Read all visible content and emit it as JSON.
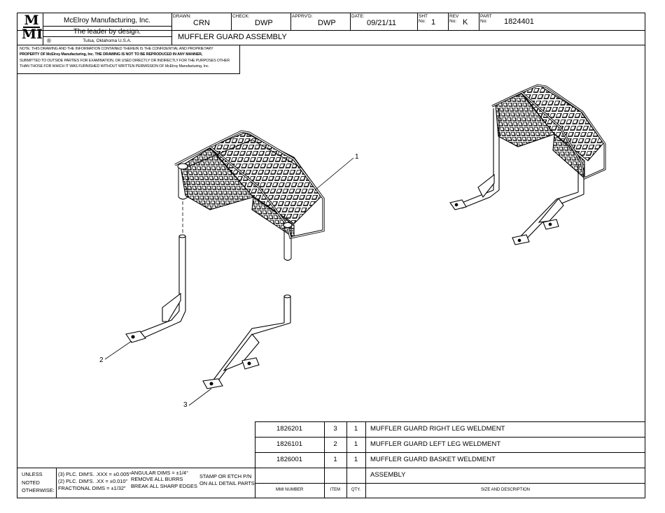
{
  "company": {
    "logo_top": "M",
    "logo_bottom": "MI",
    "name": "McElroy Manufacturing, Inc.",
    "slogan": "The leader by design.",
    "location": "Tulsa, Oklahoma U.S.A."
  },
  "title_block": {
    "drawn_label": "DRAWN:",
    "drawn": "CRN",
    "check_label": "CHECK:",
    "check": "DWP",
    "apprvd_label": "APPRV'D:",
    "apprvd": "DWP",
    "date_label": "DATE:",
    "date": "09/21/11",
    "sht_label_1": "SHT",
    "sht_label_2": "No:",
    "sht": "1",
    "rev_label_1": "REV",
    "rev_label_2": "No:",
    "rev": "K",
    "part_label_1": "PART",
    "part_label_2": "No:",
    "part": "1824401",
    "title": "MUFFLER GUARD ASSEMBLY"
  },
  "notice": [
    "NOTE: THIS DRAWING AND THE INFORMATION CONTAINED THEREIN IS THE CONFIDENTIAL AND PROPRIETARY",
    "PROPERTY OF McElroy Manufacturing, Inc. THE DRAWING IS NOT TO BE REPRODUCED IN ANY MANNER,",
    "SUBMITTED TO OUTSIDE PARTIES FOR EXAMINATION, OR USED DIRECTLY OR INDIRECTLY FOR THE PURPOSES OTHER",
    "THAN THOSE FOR WHICH IT WAS FURNISHED WITHOUT WRITTEN PERMISSION OF McElroy Manufacturing, Inc."
  ],
  "balloons": [
    "1",
    "2",
    "3"
  ],
  "bom": {
    "rows": [
      {
        "number": "1826201",
        "item": "3",
        "qty": "1",
        "description": "MUFFLER GUARD RIGHT LEG WELDMENT"
      },
      {
        "number": "1826101",
        "item": "2",
        "qty": "1",
        "description": "MUFFLER GUARD LEFT LEG WELDMENT"
      },
      {
        "number": "1826001",
        "item": "1",
        "qty": "1",
        "description": "MUFFLER GUARD BASKET WELDMENT"
      }
    ],
    "assembly_label": "ASSEMBLY",
    "header": {
      "number": "MMI NUMBER",
      "item": "ITEM",
      "qty": "QTY.",
      "description": "SIZE AND DESCRIPTION"
    }
  },
  "tolerances": {
    "unless": [
      "UNLESS",
      "NOTED",
      "OTHERWISE:"
    ],
    "decimals": [
      "(3) PLC. DIM'S. .XXX = ±0.005\"",
      "(2) PLC. DIM'S. .XX = ±0.010\"",
      "FRACTIONAL DIMS = ±1/32\""
    ],
    "angular": [
      "ANGULAR DIMS = ±1/4°",
      "REMOVE ALL BURRS",
      "BREAK ALL SHARP EDGES"
    ],
    "stamp": [
      "STAMP OR ETCH P/N",
      "ON ALL DETAIL PARTS"
    ]
  }
}
